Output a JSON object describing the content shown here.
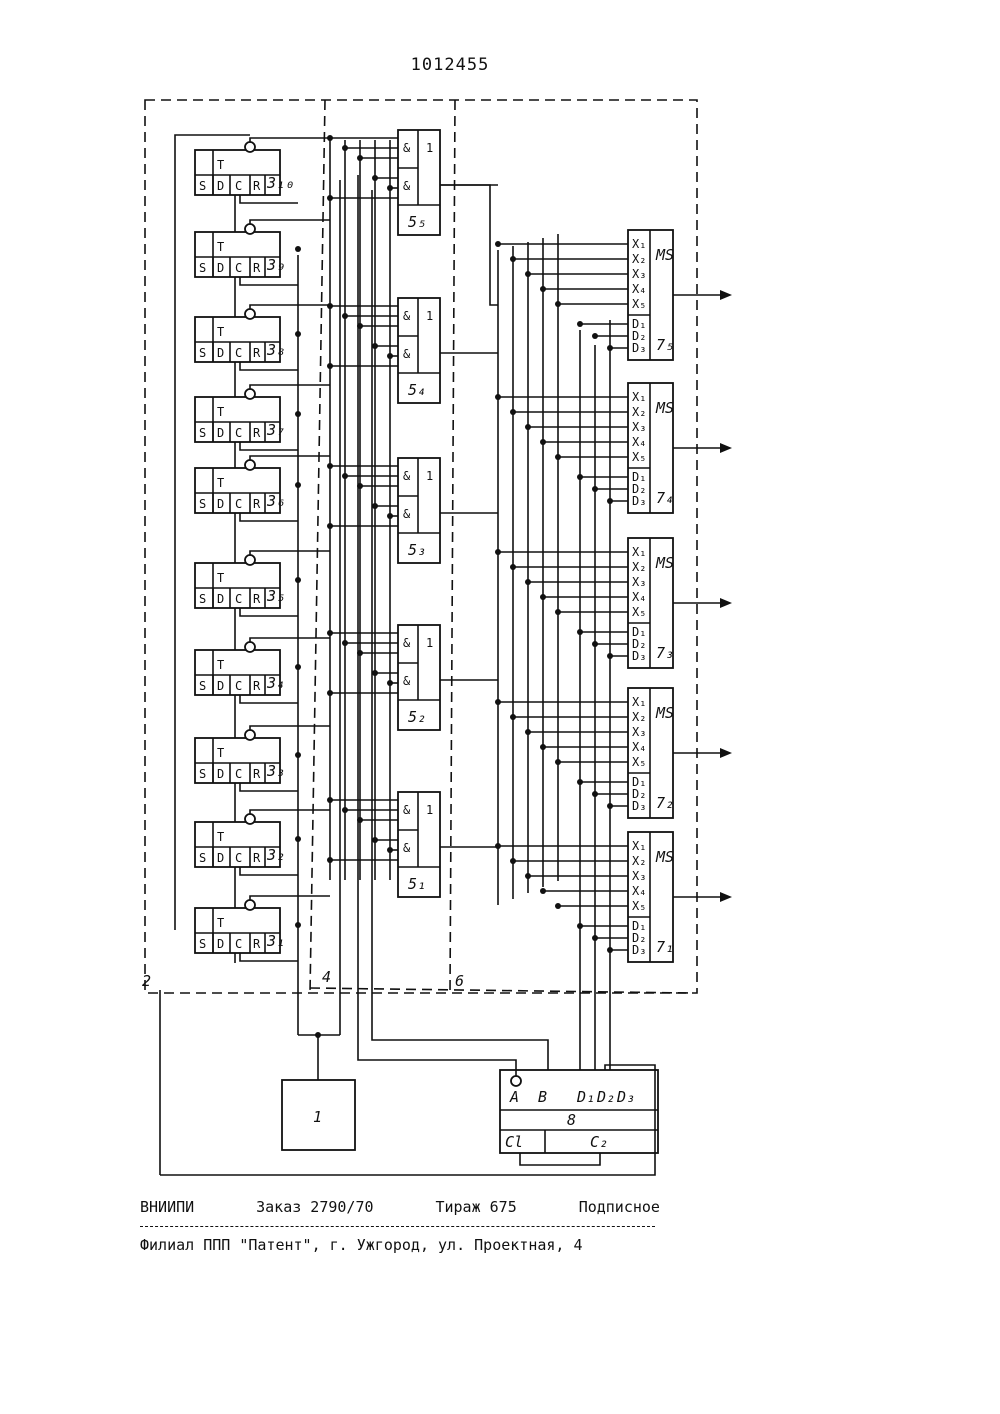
{
  "document": {
    "patent_number": "1012455",
    "imprint": {
      "org": "ВНИИПИ",
      "order": "Заказ 2790/70",
      "circulation": "Тираж 675",
      "subscription": "Подписное",
      "branch_line": "Филиал ППП \"Патент\", г. Ужгород, ул. Проектная, 4"
    }
  },
  "diagram": {
    "region_labels": [
      "2",
      "4",
      "6"
    ],
    "flipflop_pins": {
      "s": "S",
      "t": "T",
      "d": "D",
      "c": "C",
      "r": "R"
    },
    "flipflops": [
      "3₁₀",
      "3₉",
      "3₈",
      "3₇",
      "3₆",
      "3₅",
      "3₄",
      "3₃",
      "3₂",
      "3₁"
    ],
    "gate_symbols": {
      "and": "&",
      "or": "1"
    },
    "gates": [
      "5₅",
      "5₄",
      "5₃",
      "5₂",
      "5₁"
    ],
    "mux_tag": "MS",
    "mux_x_inputs": [
      "X₁",
      "X₂",
      "X₃",
      "X₄",
      "X₅"
    ],
    "mux_d_inputs": [
      "D₁",
      "D₂",
      "D₃"
    ],
    "muxes": [
      "7₅",
      "7₄",
      "7₃",
      "7₂",
      "7₁"
    ],
    "block_1": "1",
    "block_8": {
      "label": "8",
      "a": "A",
      "b": "B",
      "cl": "Cl",
      "c2": "C₂",
      "d1": "D₁",
      "d2": "D₂",
      "d3": "D₃"
    }
  }
}
